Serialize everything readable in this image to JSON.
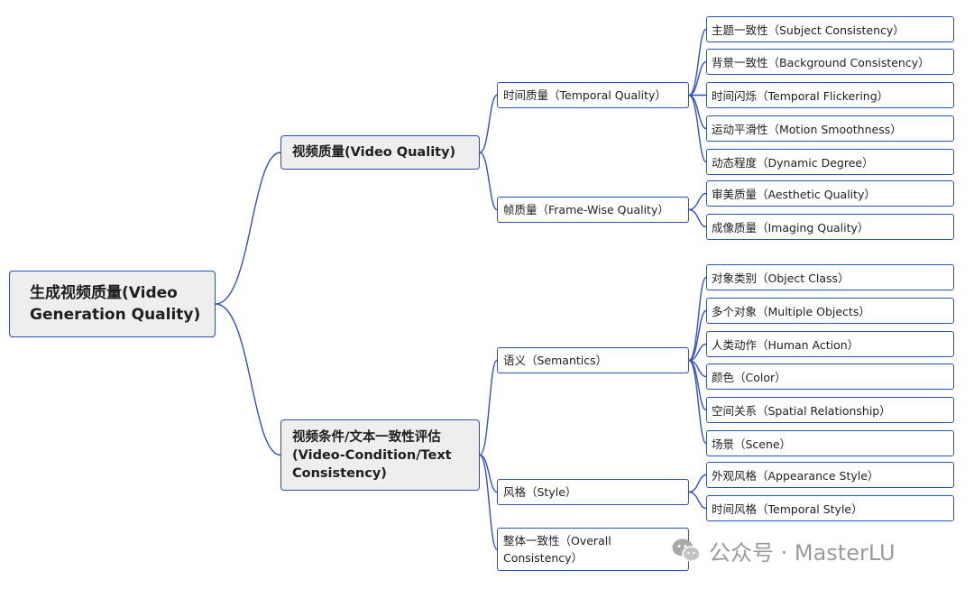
{
  "root": {
    "label": "生成视频质量(Video Generation Quality)"
  },
  "branches": [
    {
      "label": "视频质量(Video Quality)",
      "children": [
        {
          "label": "时间质量（Temporal Quality）",
          "leaves": [
            "主题一致性（Subject Consistency）",
            "背景一致性（Background Consistency）",
            "时间闪烁（Temporal Flickering）",
            "运动平滑性（Motion Smoothness）",
            "动态程度（Dynamic Degree）"
          ]
        },
        {
          "label": "帧质量（Frame-Wise Quality）",
          "leaves": [
            "审美质量（Aesthetic Quality）",
            "成像质量（Imaging Quality）"
          ]
        }
      ]
    },
    {
      "label": "视频条件/文本一致性评估(Video-Condition/Text Consistency)",
      "children": [
        {
          "label": "语义（Semantics）",
          "leaves": [
            "对象类别（Object Class）",
            "多个对象（Multiple Objects）",
            "人类动作（Human Action）",
            "颜色（Color）",
            "空间关系（Spatial Relationship）",
            "场景（Scene）"
          ]
        },
        {
          "label": "风格（Style）",
          "leaves": [
            "外观风格（Appearance Style）",
            "时间风格（Temporal Style）"
          ]
        },
        {
          "label": "整体一致性（Overall Consistency）",
          "leaves": []
        }
      ]
    }
  ],
  "watermark": {
    "text": "公众号 · MasterLU",
    "icon": "wechat-icon"
  },
  "colors": {
    "link": "#3350c4",
    "border": "#2f4fb8",
    "fill": "#eeeeee"
  }
}
